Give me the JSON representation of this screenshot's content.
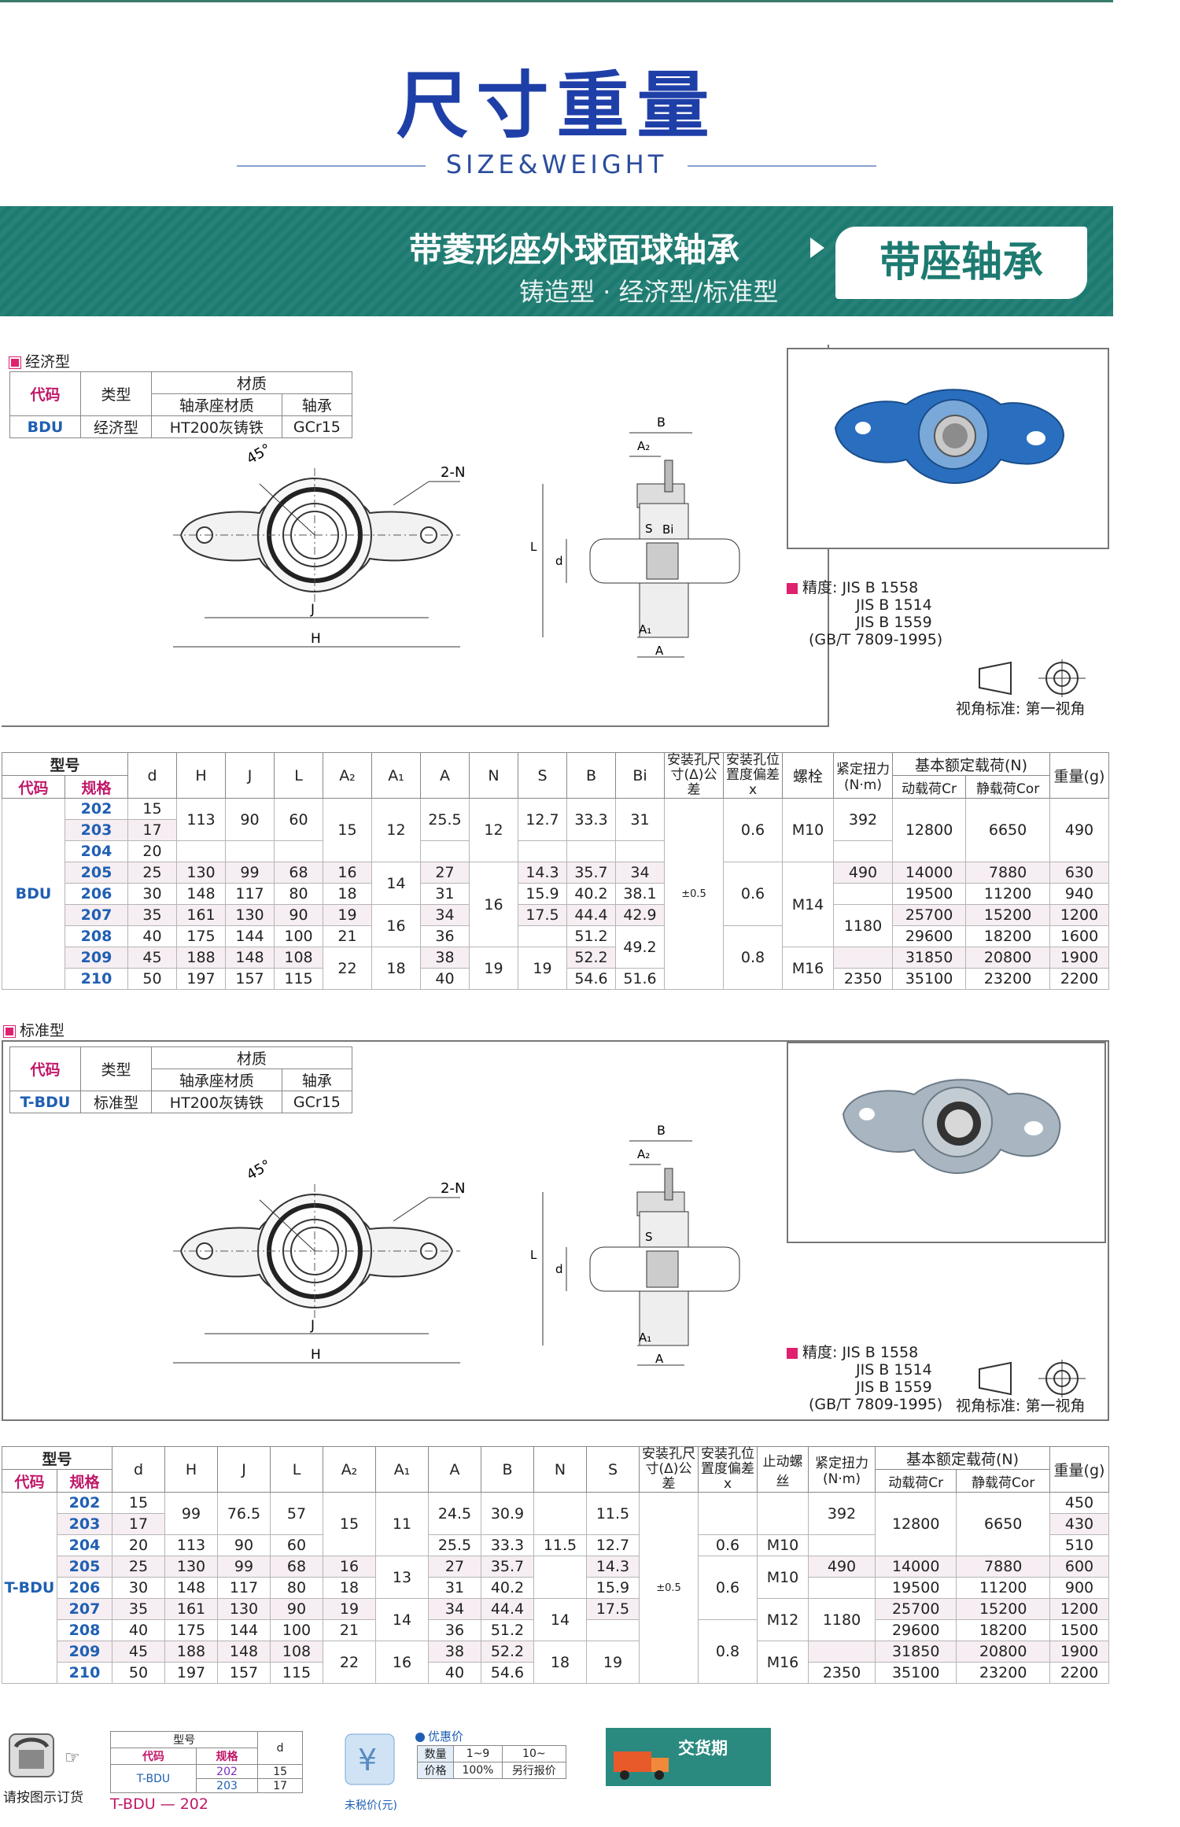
{
  "heading": {
    "title_zh": "尺寸重量",
    "title_en": "SIZE&WEIGHT"
  },
  "banner": {
    "title": "带菱形座外球面球轴承",
    "subtitle": "铸造型 · 经济型/标准型",
    "badge": "带座轴承"
  },
  "colors": {
    "banner": "#1d7a70",
    "title_blue": "#1f3fa8",
    "accent_pink": "#e0216f",
    "code_blue": "#1f5fb3"
  },
  "economy": {
    "label": "经济型",
    "material_table": {
      "h_code": "代码",
      "h_type": "类型",
      "h_material": "材质",
      "h_housing": "轴承座材质",
      "h_bearing": "轴承",
      "code": "BDU",
      "type": "经济型",
      "housing": "HT200灰铸铁",
      "bearing": "GCr15"
    },
    "drawing": {
      "angle": "45°",
      "n": "2-N",
      "j": "J",
      "h": "H",
      "b": "B",
      "a2": "A₂",
      "s": "S",
      "bi": "Bi",
      "l": "L",
      "d": "d",
      "a1": "A₁",
      "a": "A"
    },
    "precision": {
      "label": "精度:",
      "lines": [
        "JIS  B 1558",
        "JIS  B 1514",
        "JIS  B 1559",
        "(GB/T 7809-1995)"
      ]
    },
    "view": "视角标准: 第一视角",
    "table": {
      "headers": {
        "model": "型号",
        "code": "代码",
        "spec": "规格",
        "cols": [
          "d",
          "H",
          "J",
          "L",
          "A₂",
          "A₁",
          "A",
          "N",
          "S",
          "B",
          "Bi"
        ],
        "tol": "安装孔尺寸(Δ)公差",
        "pos": "安装孔位置度偏差x",
        "bolt": "螺栓",
        "torque": "紧定扭力(N·m)",
        "load": "基本额定载荷(N)",
        "cr": "动载荷Cr",
        "cor": "静载荷Cor",
        "weight": "重量(g)"
      },
      "group_code": "BDU",
      "tol_value": "±0.5",
      "specs": [
        "202",
        "203",
        "204",
        "205",
        "206",
        "207",
        "208",
        "209",
        "210"
      ],
      "d": [
        "15",
        "17",
        "20",
        "25",
        "30",
        "35",
        "40",
        "45",
        "50"
      ],
      "H": [
        "",
        "113",
        "",
        "130",
        "148",
        "161",
        "175",
        "188",
        "197"
      ],
      "J": [
        "",
        "90",
        "",
        "99",
        "117",
        "130",
        "144",
        "148",
        "157"
      ],
      "L": [
        "",
        "60",
        "",
        "68",
        "80",
        "90",
        "100",
        "108",
        "115"
      ],
      "A2": [
        "",
        "15",
        "",
        "16",
        "18",
        "19",
        "21",
        "22",
        ""
      ],
      "A1": [
        "",
        "12",
        "",
        "14",
        "",
        "16",
        "",
        "18",
        ""
      ],
      "A": [
        "",
        "25.5",
        "",
        "27",
        "31",
        "34",
        "36",
        "38",
        "40"
      ],
      "N": [
        "",
        "12",
        "",
        "",
        "16",
        "",
        "",
        "19",
        ""
      ],
      "S": [
        "",
        "12.7",
        "",
        "14.3",
        "15.9",
        "17.5",
        "",
        "19",
        ""
      ],
      "B": [
        "",
        "33.3",
        "",
        "35.7",
        "40.2",
        "44.4",
        "51.2",
        "52.2",
        "54.6"
      ],
      "Bi": [
        "",
        "31",
        "",
        "34",
        "38.1",
        "42.9",
        "",
        "49.2",
        "51.6"
      ],
      "pos": [
        "",
        "",
        "0.6",
        "",
        "",
        "",
        "",
        "0.8",
        ""
      ],
      "bolt": [
        "",
        "M10",
        "",
        "",
        "",
        "M14",
        "",
        "",
        "M16"
      ],
      "torque": [
        "392",
        "",
        "",
        "490",
        "",
        "",
        "1180",
        "",
        "2350"
      ],
      "cr": [
        "",
        "12800",
        "",
        "14000",
        "19500",
        "25700",
        "29600",
        "31850",
        "35100"
      ],
      "cor": [
        "",
        "6650",
        "",
        "7880",
        "11200",
        "15200",
        "18200",
        "20800",
        "23200"
      ],
      "weight": [
        "",
        "490",
        "",
        "630",
        "940",
        "1200",
        "1600",
        "1900",
        "2200"
      ]
    }
  },
  "standard": {
    "label": "标准型",
    "material_table": {
      "h_code": "代码",
      "h_type": "类型",
      "h_material": "材质",
      "h_housing": "轴承座材质",
      "h_bearing": "轴承",
      "code": "T-BDU",
      "type": "标准型",
      "housing": "HT200灰铸铁",
      "bearing": "GCr15"
    },
    "drawing": {
      "angle": "45°",
      "n": "2-N",
      "j": "J",
      "h": "H",
      "b": "B",
      "a2": "A₂",
      "s": "S",
      "l": "L",
      "d": "d",
      "a1": "A₁",
      "a": "A"
    },
    "precision": {
      "label": "精度:",
      "lines": [
        "JIS  B 1558",
        "JIS  B 1514",
        "JIS  B 1559",
        "(GB/T 7809-1995)"
      ]
    },
    "view": "视角标准: 第一视角",
    "table": {
      "headers": {
        "model": "型号",
        "code": "代码",
        "spec": "规格",
        "cols": [
          "d",
          "H",
          "J",
          "L",
          "A₂",
          "A₁",
          "A",
          "B",
          "N",
          "S"
        ],
        "tol": "安装孔尺寸(Δ)公差",
        "pos": "安装孔位置度偏差x",
        "bolt": "止动螺丝",
        "torque": "紧定扭力(N·m)",
        "load": "基本额定载荷(N)",
        "cr": "动载荷Cr",
        "cor": "静载荷Cor",
        "weight": "重量(g)"
      },
      "group_code": "T-BDU",
      "tol_value": "±0.5",
      "specs": [
        "202",
        "203",
        "204",
        "205",
        "206",
        "207",
        "208",
        "209",
        "210"
      ],
      "d": [
        "15",
        "17",
        "20",
        "25",
        "30",
        "35",
        "40",
        "45",
        "50"
      ],
      "H": [
        "99",
        "",
        "113",
        "130",
        "148",
        "161",
        "175",
        "188",
        "197"
      ],
      "J": [
        "76.5",
        "",
        "90",
        "99",
        "117",
        "130",
        "144",
        "148",
        "157"
      ],
      "L": [
        "57",
        "",
        "60",
        "68",
        "80",
        "90",
        "100",
        "108",
        "115"
      ],
      "A2": [
        "15",
        "",
        "",
        "16",
        "18",
        "19",
        "21",
        "22",
        ""
      ],
      "A1": [
        "11",
        "",
        "",
        "13",
        "",
        "14",
        "",
        "16",
        ""
      ],
      "A": [
        "24.5",
        "",
        "25.5",
        "27",
        "31",
        "34",
        "36",
        "38",
        "40"
      ],
      "B": [
        "30.9",
        "",
        "33.3",
        "35.7",
        "40.2",
        "44.4",
        "51.2",
        "52.2",
        "54.6"
      ],
      "N": [
        "",
        "",
        "11.5",
        "",
        "",
        "14",
        "",
        "18",
        ""
      ],
      "S": [
        "11.5",
        "",
        "12.7",
        "14.3",
        "15.9",
        "17.5",
        "",
        "19",
        ""
      ],
      "pos": [
        "",
        "",
        "0.6",
        "",
        "",
        "",
        "0.8",
        "",
        ""
      ],
      "bolt": [
        "",
        "",
        "M10",
        "",
        "",
        "M12",
        "",
        "M16",
        ""
      ],
      "torque": [
        "392",
        "",
        "",
        "490",
        "",
        "1180",
        "",
        "",
        "2350"
      ],
      "cr": [
        "12800",
        "",
        "",
        "14000",
        "19500",
        "25700",
        "29600",
        "31850",
        "35100"
      ],
      "cor": [
        "6650",
        "",
        "",
        "7880",
        "11200",
        "15200",
        "18200",
        "20800",
        "23200"
      ],
      "weight": [
        "450",
        "430",
        "510",
        "600",
        "900",
        "1200",
        "1500",
        "1900",
        "2200"
      ]
    }
  },
  "footer": {
    "order_label": "请按图示订货",
    "mini_table": {
      "model": "型号",
      "code": "代码",
      "spec": "规格",
      "d": "d",
      "code_value": "T-BDU",
      "specs": [
        "202",
        "203"
      ],
      "dvals": [
        "15",
        "17"
      ]
    },
    "order_example": "T-BDU — 202",
    "price_label": "未税价(元)",
    "discount": {
      "title": "优惠价",
      "qty": "数量",
      "q1": "1~9",
      "q2": "10~",
      "price": "价格",
      "p1": "100%",
      "p2": "另行报价"
    },
    "delivery": "交货期"
  }
}
